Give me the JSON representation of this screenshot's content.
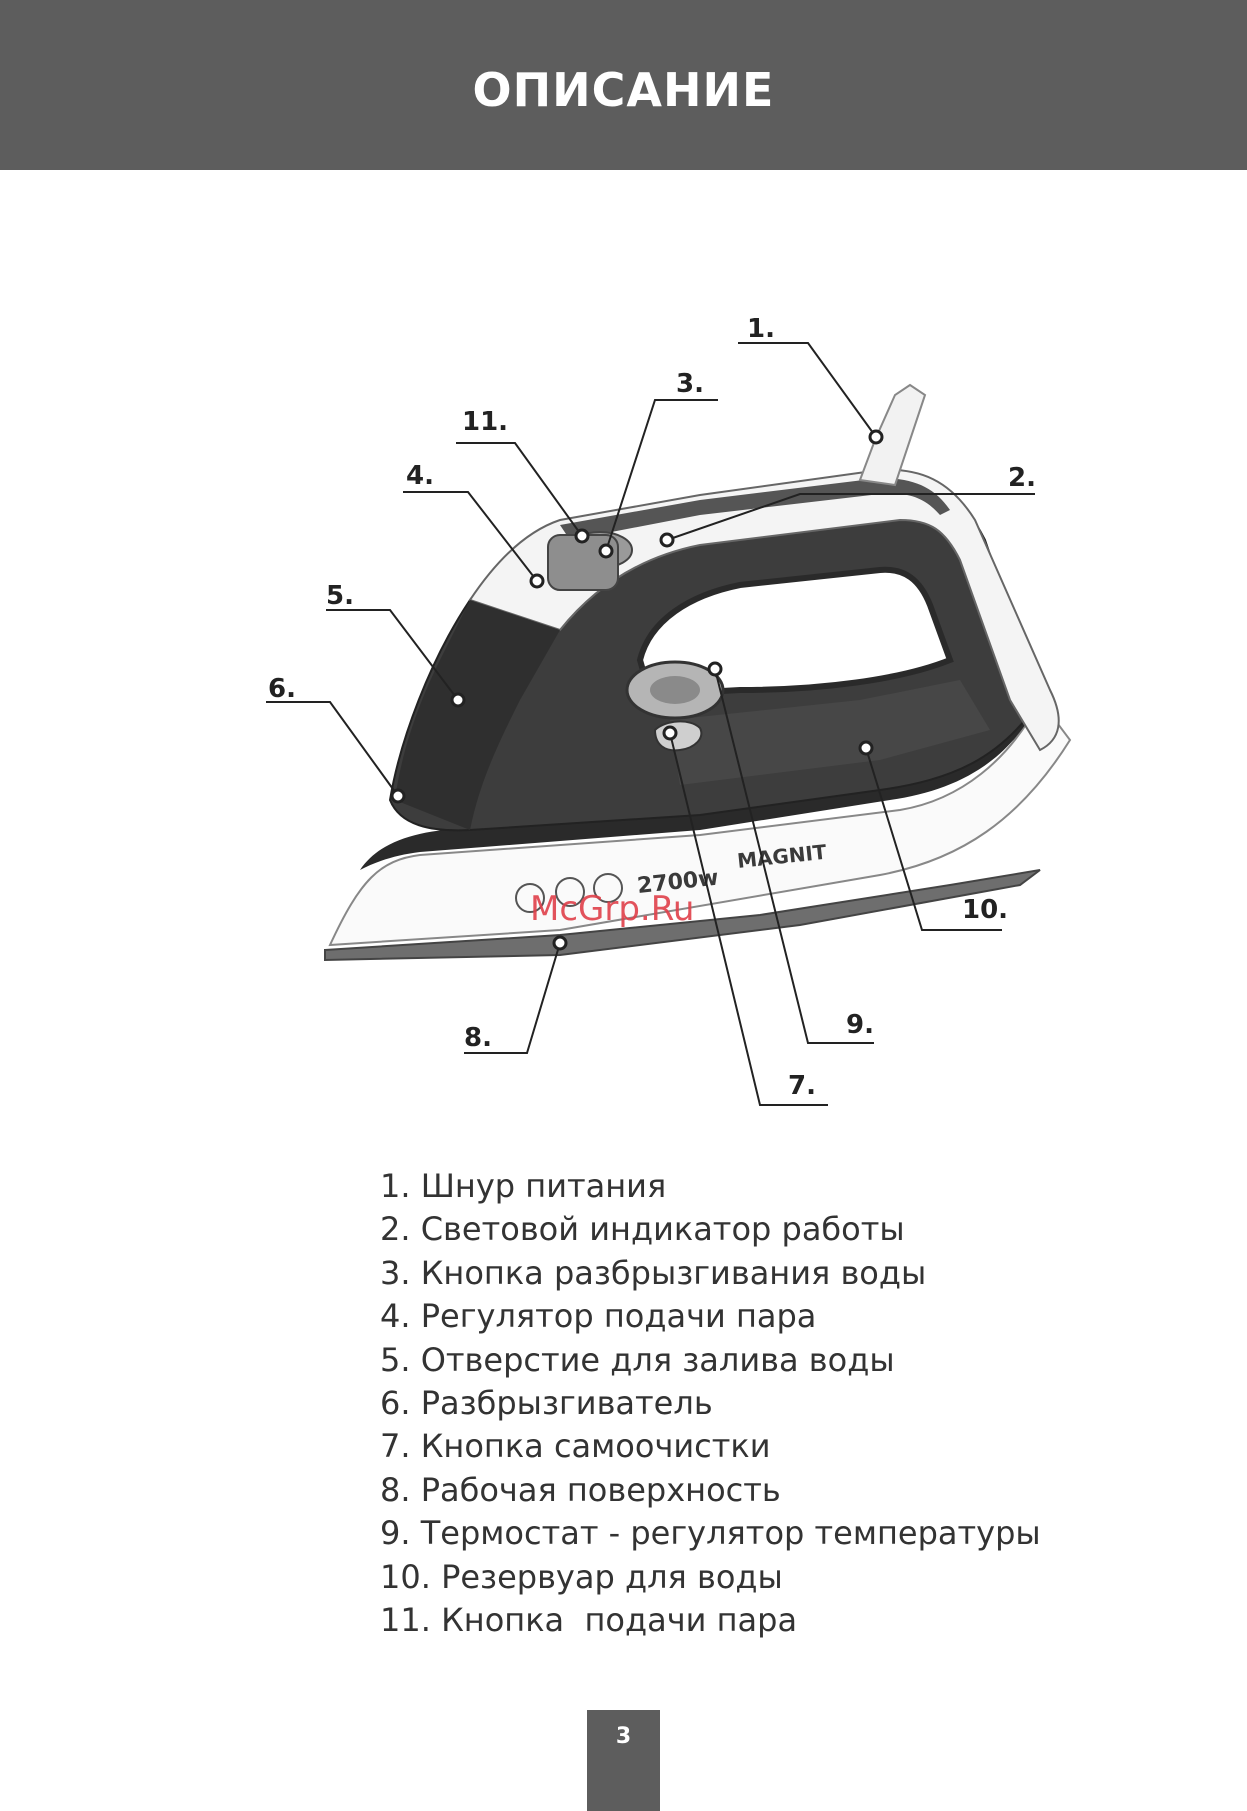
{
  "header": {
    "title": "ОПИСАНИЕ"
  },
  "diagram": {
    "callouts": [
      "1.",
      "2.",
      "3.",
      "4.",
      "5.",
      "6.",
      "7.",
      "8.",
      "9.",
      "10.",
      "11."
    ],
    "iron_labels": {
      "power": "2700w",
      "brand": "MAGNIT"
    },
    "watermark": "McGrp.Ru"
  },
  "legend": {
    "items": [
      "1. Шнур питания",
      "2. Световой индикатор работы",
      "3. Кнопка разбрызгивания воды",
      "4. Регулятор подачи пара",
      "5. Отверстие для залива воды",
      "6. Разбрызгиватель",
      "7. Кнопка самоочистки",
      "8. Рабочая поверхность",
      "9. Термостат - регулятор температуры",
      "10. Резервуар для воды",
      "11. Кнопка  подачи пара"
    ]
  },
  "footer": {
    "page_number": "3"
  },
  "colors": {
    "header_bg": "#5d5d5d",
    "text": "#333333",
    "watermark": "#e0404a"
  }
}
